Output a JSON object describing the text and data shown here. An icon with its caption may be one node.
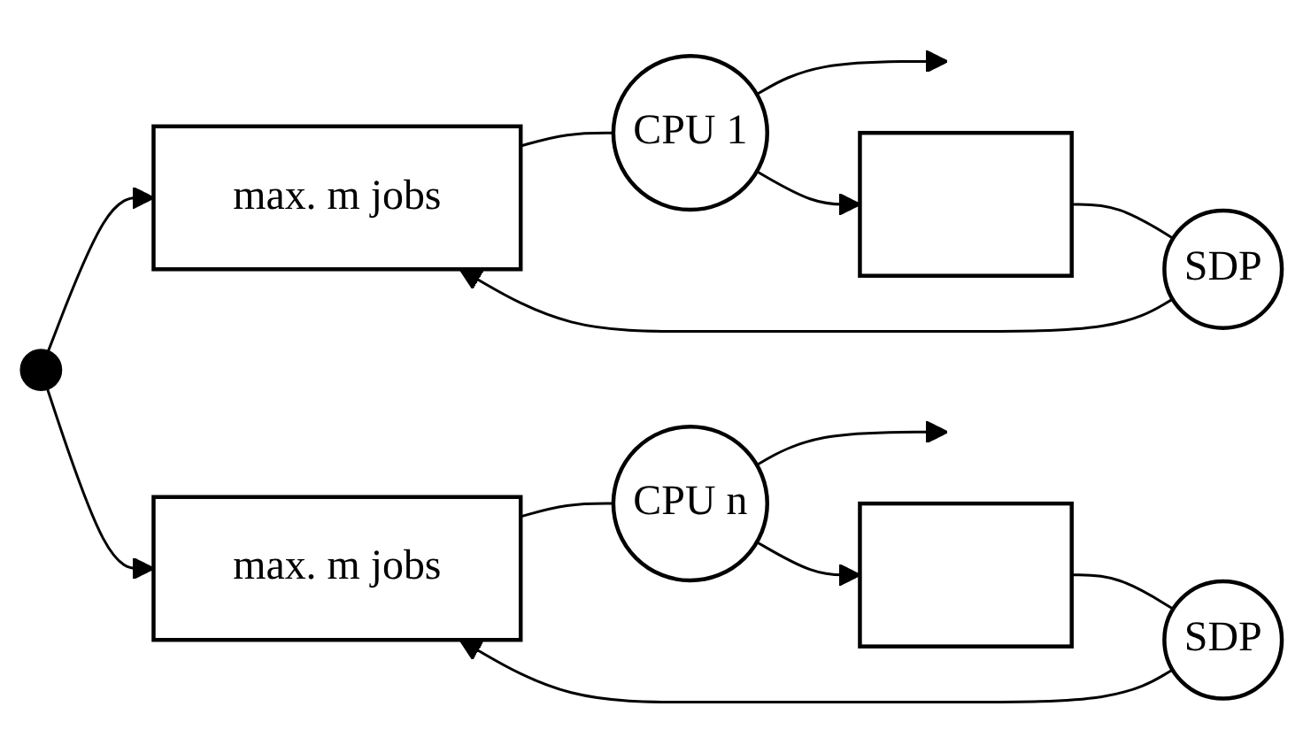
{
  "diagram": {
    "nodes": [
      {
        "text": [],
        "shape": "circle"
      },
      {
        "text": [
          "max. m jobs"
        ]
      },
      {
        "text": [
          "CPU 1"
        ]
      },
      {
        "text": [
          "SDP"
        ]
      },
      {
        "text": [],
        "shape": "box"
      },
      {
        "text": [
          "max. m jobs"
        ]
      },
      {
        "text": [
          "CPU n"
        ]
      },
      {
        "text": [
          "SDP"
        ]
      },
      {
        "text": [],
        "shape": "box"
      }
    ],
    "edges": [
      {
        "from": 0,
        "to": 1,
        "arrow": "to"
      },
      {
        "from": 1,
        "to": 2,
        "arrow": "none"
      },
      {
        "from": 2,
        "to": null,
        "arrow": "to"
      },
      {
        "from": 2,
        "to": 4,
        "arrow": "to"
      },
      {
        "from": 4,
        "to": 3,
        "arrow": "none"
      },
      {
        "from": 3,
        "to": 1,
        "arrow": "to"
      },
      {
        "from": 0,
        "to": 5,
        "arrow": "to"
      },
      {
        "from": 5,
        "to": 6,
        "arrow": "none"
      },
      {
        "from": 6,
        "to": null,
        "arrow": "to"
      },
      {
        "from": 6,
        "to": 8,
        "arrow": "to"
      },
      {
        "from": 8,
        "to": 7,
        "arrow": "none"
      },
      {
        "from": 7,
        "to": 5,
        "arrow": "to"
      }
    ]
  }
}
